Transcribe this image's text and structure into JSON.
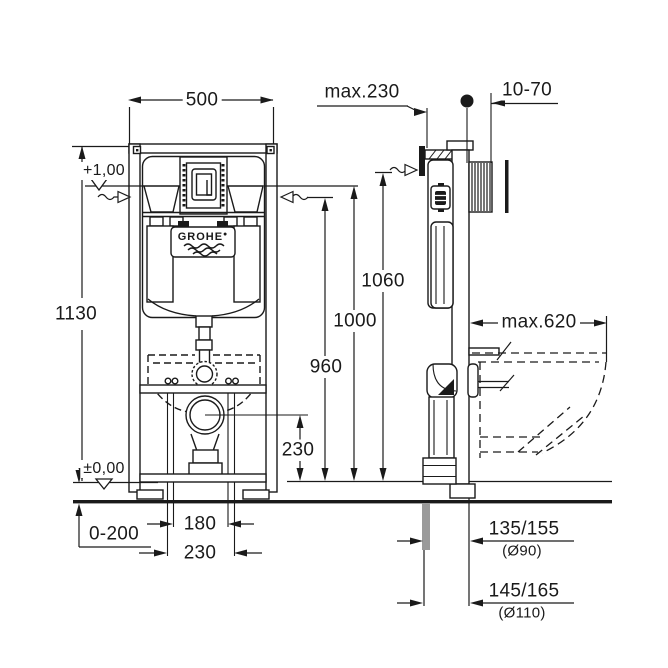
{
  "drawing": {
    "labels": {
      "width_500": "500",
      "height_1130": "1130",
      "level_plus100": "+1,00",
      "level_zero": "±0,00",
      "floor_adjust_range": "0-200",
      "bolt_spacing_180": "180",
      "outlet_spacing_230": "230",
      "drain_height_230": "230",
      "water_level_960": "960",
      "cistern_height_1000": "1000",
      "frame_height_1060": "1060",
      "depth_max_230": "max.230",
      "wall_finish_range": "10-70",
      "bowl_depth_max_620": "max.620",
      "outlet_dist_90": "135/155",
      "outlet_dia_90": "(Ø90)",
      "outlet_dist_110": "145/165",
      "outlet_dia_110": "(Ø110)",
      "logo": "GROHE",
      "logo_mark": "●"
    },
    "colors": {
      "line": "#1a1a1a",
      "pipe_gray": "#9a9a9a",
      "background": "#ffffff"
    }
  }
}
